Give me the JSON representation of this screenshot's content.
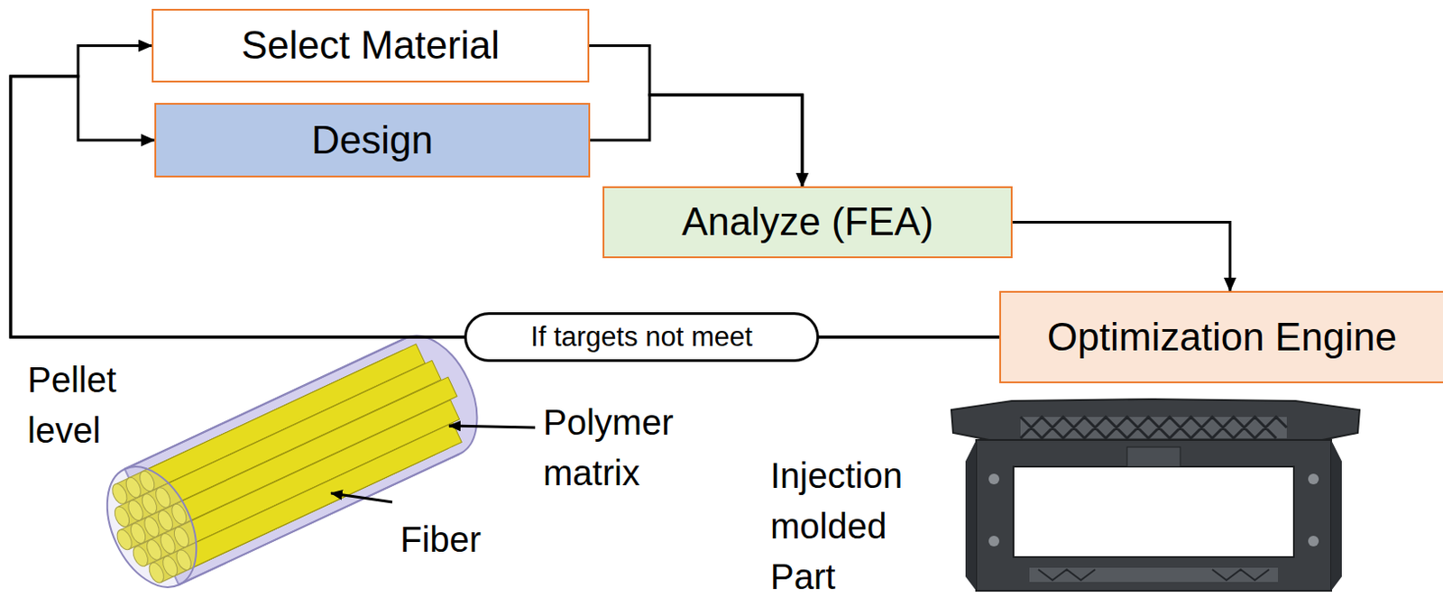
{
  "diagram": {
    "nodes": [
      {
        "text": [
          "Select Material"
        ]
      },
      {
        "text": [
          "Design"
        ]
      },
      {
        "text": [
          "Analyze (FEA)"
        ]
      },
      {
        "text": [
          "Optimization Engine"
        ]
      }
    ],
    "edges": [
      {
        "from": 0,
        "to": 2,
        "arrow": "to"
      },
      {
        "from": 1,
        "to": 2,
        "arrow": "to"
      },
      {
        "from": 2,
        "to": 3,
        "arrow": "to"
      },
      {
        "from": 3,
        "to": 0,
        "label": "If targets not meet",
        "arrow": "to"
      },
      {
        "from": 3,
        "to": 1,
        "arrow": "to"
      }
    ],
    "labels": [
      "Pellet level",
      "Polymer matrix",
      "Fiber",
      "Injection molded Part"
    ]
  }
}
